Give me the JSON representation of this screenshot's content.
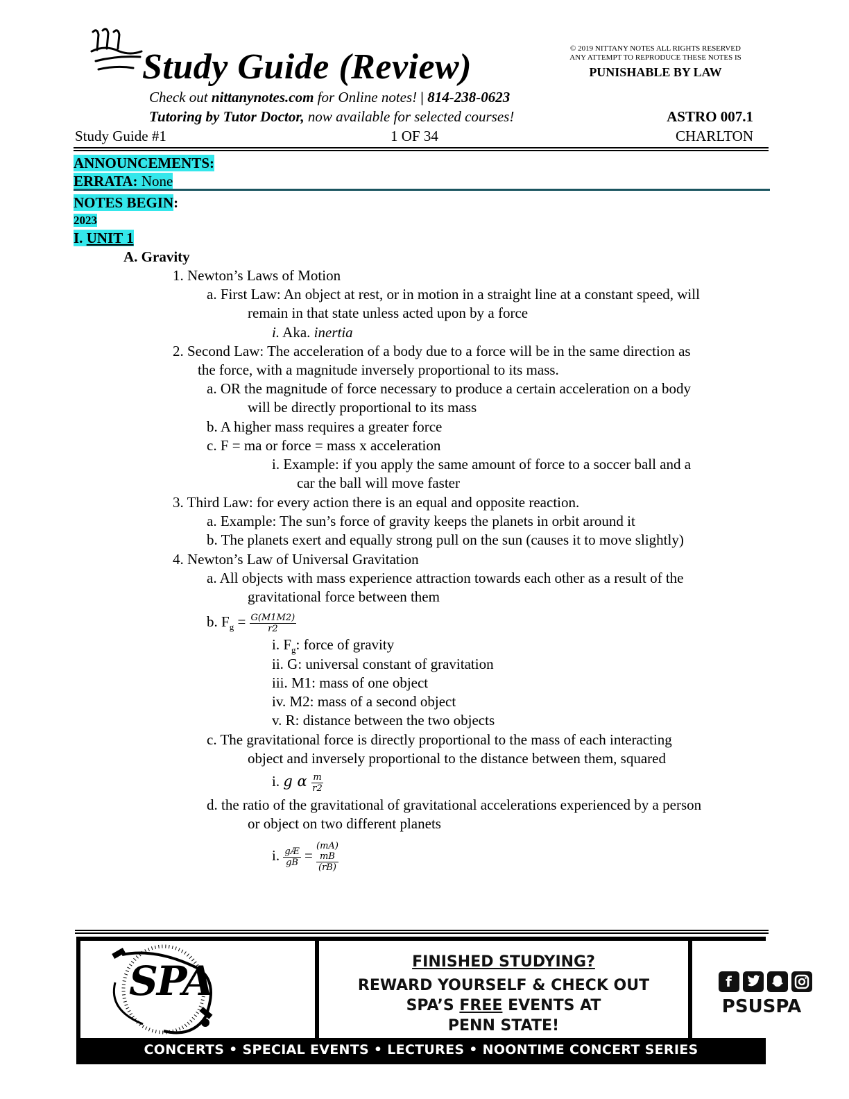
{
  "header": {
    "title": "Study Guide (Review)",
    "copyright_line1": "© 2019 NITTANY NOTES ALL RIGHTS RESERVED",
    "copyright_line2": "ANY ATTEMPT TO REPRODUCE THESE NOTES IS",
    "punishable": "PUNISHABLE BY LAW",
    "line1_pre": "Check out ",
    "line1_site": "nittanynotes.com",
    "line1_mid": " for Online notes! ",
    "line1_phone": "| 814-238-0623",
    "line2_bold": "Tutoring by Tutor Doctor,",
    "line2_rest": " now available for selected courses!",
    "course": "ASTRO 007.1",
    "guide_no": "Study Guide #1",
    "page": "1 OF 34",
    "instructor": "CHARLTON"
  },
  "announcements": {
    "label": "ANNOUNCEMENTS:",
    "errata_label": "ERRATA:",
    "errata_value": " None",
    "notes_begin": "NOTES BEGIN",
    "notes_colon": ":",
    "year": "2023",
    "unit_prefix": "I. ",
    "unit_title": "UNIT 1"
  },
  "notes": {
    "sectionA": "A. Gravity",
    "n1": "1. Newton’s Laws of Motion",
    "n1a_1": "a. First Law: An object at rest, or in motion in a straight line at a constant speed, will",
    "n1a_2": "remain in that state unless acted upon by a force",
    "n1a_i_pre": "i.",
    "n1a_i_text": " Aka. ",
    "n1a_i_term": "inertia",
    "n2_1": "2. Second Law: The acceleration of a body due to a force will be in the same direction as",
    "n2_2": "the force, with a magnitude inversely proportional to its mass.",
    "n2a_1": "a. OR the magnitude of force necessary to produce a certain acceleration on a body",
    "n2a_2": "will be directly proportional to its mass",
    "n2b": "b. A higher mass requires a greater force",
    "n2c": "c. F = ma or force = mass x acceleration",
    "n2c_i_1": "i. Example: if you apply the same amount of force to a soccer ball and a",
    "n2c_i_2": "car the ball will move faster",
    "n3": "3. Third Law: for every action there is an equal and opposite reaction.",
    "n3a": "a. Example: The sun’s force of gravity keeps the planets in orbit around it",
    "n3b": "b. The planets exert and equally strong pull on the sun (causes it to move slightly)",
    "n4": "4. Newton’s Law of Universal Gravitation",
    "n4a_1": "a. All objects with mass experience attraction towards each other as a result of the",
    "n4a_2": "gravitational force between them",
    "n4b_pre": "b. F",
    "n4b_sub": "g",
    "n4b_eq": " = ",
    "n4b_num": "G(M1M2)",
    "n4b_den": "r2",
    "n4b_i_pre": "i. F",
    "n4b_i_sub": "g",
    "n4b_i_rest": ": force of gravity",
    "n4b_ii": "ii. G: universal constant of gravitation",
    "n4b_iii": "iii. M1: mass of one object",
    "n4b_iv": "iv. M2: mass of a second object",
    "n4b_v": "v. R: distance between the two objects",
    "n4c_1": "c. The gravitational force is directly proportional to the mass of each interacting",
    "n4c_2": "object and inversely proportional to the distance between them, squared",
    "n4c_i_pre": "i. ",
    "n4c_i_math": "g α ",
    "n4c_i_num": "m",
    "n4c_i_den": "r2",
    "n4d_1": "d. the ratio of the gravitational of gravitational accelerations experienced by a person",
    "n4d_2": "or object on two different planets",
    "n4d_i_pre": "i. ",
    "n4d_i_lnum": "gÆ",
    "n4d_i_lden": "gB",
    "n4d_i_eq": " = ",
    "n4d_i_rtop": "(mA)",
    "n4d_i_rmid": "mB",
    "n4d_i_rbot": "(rB)"
  },
  "ad": {
    "logo_text": "SPA",
    "headline": "FINISHED STUDYING?",
    "line2": "REWARD YOURSELF & CHECK OUT",
    "line3_pre": "SPA’S ",
    "line3_free": "FREE",
    "line3_post": " EVENTS AT",
    "line4": "PENN STATE!",
    "social_handle": "PSUSPA",
    "icon_facebook": "f",
    "bottom": "CONCERTS • SPECIAL EVENTS • LECTURES • NOONTIME CONCERT SERIES"
  }
}
